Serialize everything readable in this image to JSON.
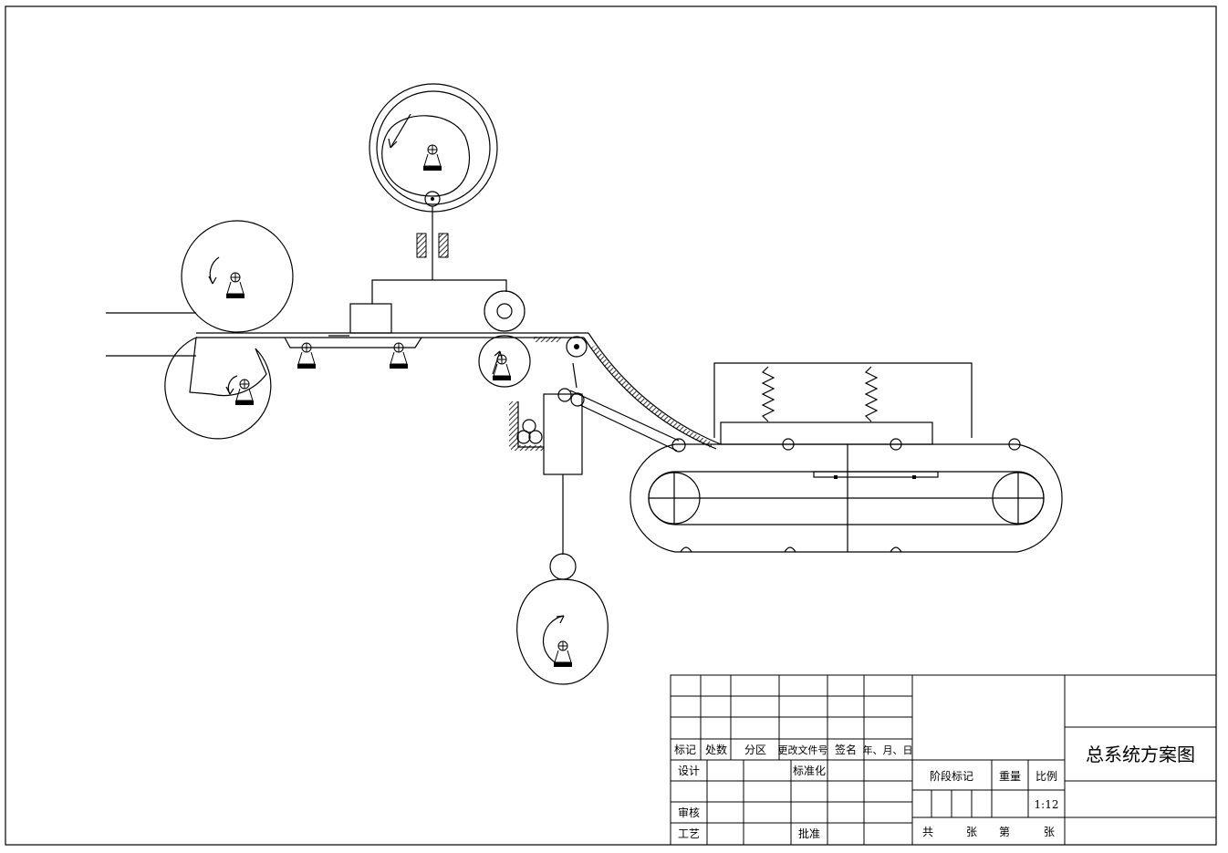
{
  "title_block": {
    "drawing_title": "总系统方案图",
    "labels": {
      "mark": "标记",
      "count": "处数",
      "zone": "分区",
      "change_doc": "更改文件号",
      "signature": "签名",
      "date": "年、月、日",
      "design": "设计",
      "standardize": "标准化",
      "review": "审核",
      "process": "工艺",
      "approve": "批准",
      "stage_mark": "阶段标记",
      "weight": "重量",
      "scale": "比例",
      "scale_value": "1:12",
      "total": "共",
      "sheet": "张",
      "number": "第",
      "sheet2": "张"
    }
  },
  "colors": {
    "line": "#000000",
    "hatch": "#000000",
    "background": "#ffffff"
  }
}
